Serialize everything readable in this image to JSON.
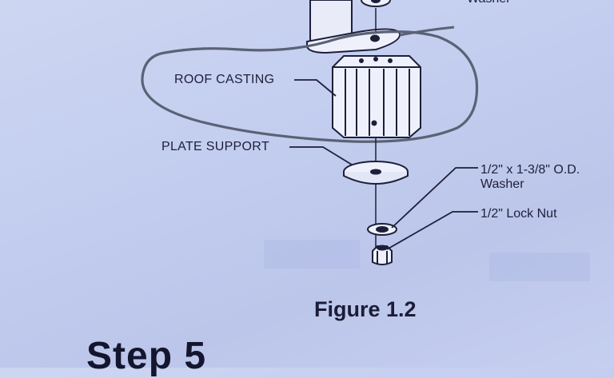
{
  "labels": {
    "top_partial": "Washer",
    "roof_casting": "ROOF CASTING",
    "plate_support": "PLATE SUPPORT",
    "washer_line1": "1/2\" x 1-3/8\" O.D.",
    "washer_line2": "Washer",
    "lock_nut": "1/2\" Lock Nut"
  },
  "figure_caption": "Figure 1.2",
  "step_heading": "Step 5",
  "colors": {
    "ink": "#1d1f3a",
    "pen_circle": "#5a6275",
    "paper": "#c6cff0"
  }
}
